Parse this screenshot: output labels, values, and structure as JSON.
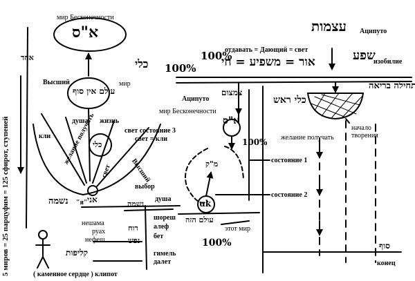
{
  "side_caption": "5 миров = 25 парцуфим = 125 сфирот, ступеней",
  "labels": {
    "mir_beskonechnosti_top": "мир Бесконечности",
    "aigupo_top": "Аципуто",
    "otdavat": "отдавать = Дающий = свет",
    "izobilie": "изобилие",
    "vysshiy": "Высший",
    "mir": "мир",
    "dusha": "душа",
    "zhizn": "жизнь",
    "kli": "кли",
    "zhelanie_poluchat_rot": "желание получать",
    "svet_sostoyanie3": "свет состояние 3",
    "svet_kli": "свет = кли",
    "svet_rot": "свет",
    "vysshiy_rot": "Высший",
    "aigupo_mid": "Аципуто",
    "mir_beskonechnosti_mid": "мир Бесконечности",
    "zhelanie_poluchat": "желание получать",
    "nachalo_tvoreniya": "начало творения",
    "sostoyanie1": "состояние 1",
    "sostoyanie2": "состояние 2",
    "etot_mir": "этот мир",
    "vybor": "выбор",
    "ya": "\"я\"",
    "dusha_low": "душа",
    "neshama": "нешама",
    "ruah": "руах",
    "nefesh": "нефеш",
    "shoresh": "шореш",
    "alef": "алеф",
    "bet": "бет",
    "gimel": "гимель",
    "dalet": "далет",
    "konec": "конец",
    "kamennoe": "( каменное сердце ) клипот"
  },
  "handwriting": {
    "ok_top": "א\"ס",
    "olam_ein_sof": "עולם אין סוף",
    "kli_big": "כלי",
    "ahad": "אחד",
    "ok_mid": "א\"ס",
    "percent100a": "100%",
    "percent100b": "100%",
    "percent100c": "100%",
    "percent100d": "100%",
    "tzimtzum": "צמצום",
    "atzmuto": "עצמות",
    "shefa": "שפע",
    "ohr_mashpia": "אור = משפיע = חי",
    "kli_rosh": "כלי ראש",
    "kli_top": "כלי",
    "tehila": "תחילה בריאה",
    "mk": "מ\"ק",
    "uk": "uk",
    "olam_haze": "עולם הזה",
    "nafshi": "נשמה",
    "ani": "אני",
    "nafsh": "נשמה",
    "ruach_h": "רוח",
    "nefesh_h": "נפש",
    "klipot": "קליפות",
    "sof": "סוף"
  }
}
